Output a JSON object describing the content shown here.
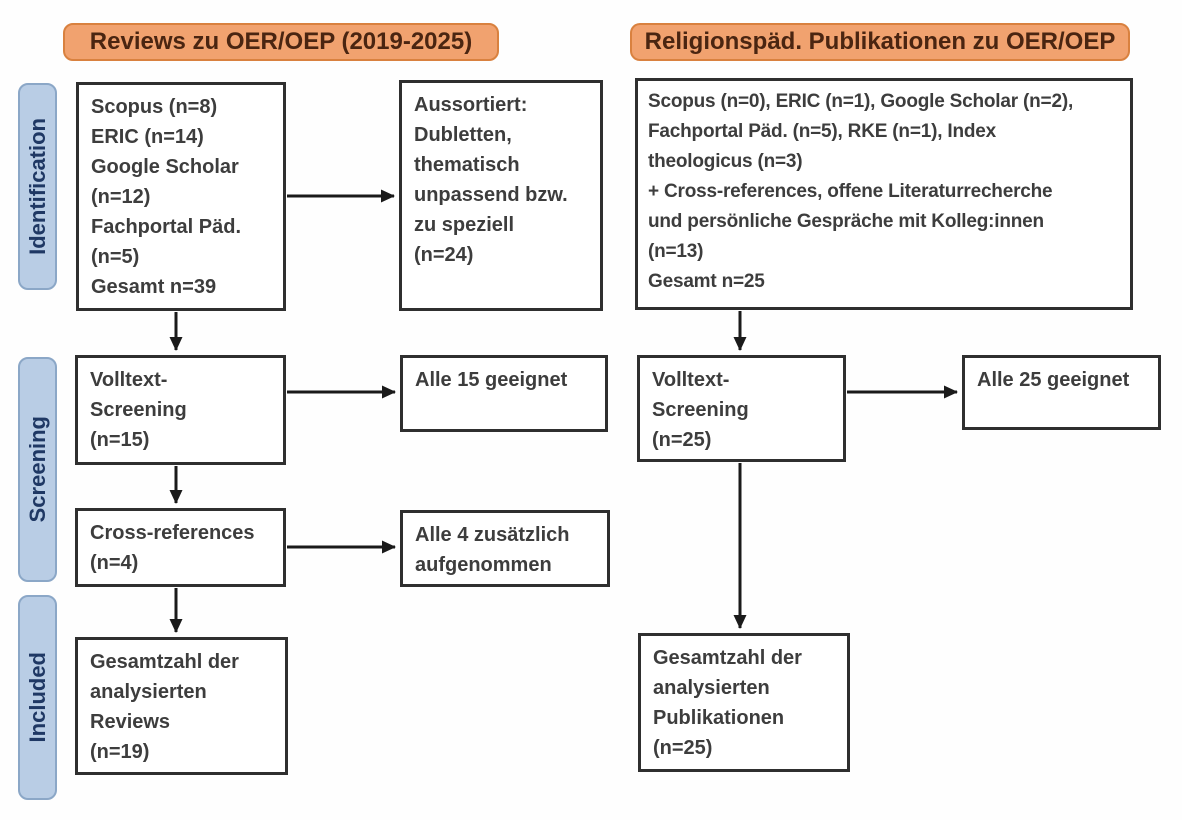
{
  "diagram": {
    "headers": {
      "left": "Reviews zu OER/OEP (2019-2025)",
      "right": "Religionspäd. Publikationen zu OER/OEP"
    },
    "stages": [
      {
        "label": "Identification"
      },
      {
        "label": "Screening"
      },
      {
        "label": "Included"
      }
    ],
    "left_column": {
      "sources": "Scopus (n=8)\nERIC (n=14)\nGoogle Scholar\n(n=12)\nFachportal Päd.\n(n=5)\nGesamt n=39",
      "excluded": "Aussortiert:\nDubletten,\nthematisch\nunpassend bzw.\nzu speziell\n(n=24)",
      "screening": "Volltext-\nScreening\n(n=15)",
      "screening_result": "Alle 15 geeignet",
      "crossref": "Cross-references\n(n=4)",
      "crossref_result": "Alle 4 zusätzlich\naufgenommen",
      "included": "Gesamtzahl der\nanalysierten\nReviews\n(n=19)"
    },
    "right_column": {
      "sources": "Scopus (n=0), ERIC (n=1), Google Scholar (n=2),\nFachportal Päd. (n=5), RKE (n=1), Index\ntheologicus (n=3)\n+ Cross-references, offene Literaturrecherche\nund persönliche Gespräche mit Kolleg:innen\n(n=13)\nGesamt n=25",
      "screening": "Volltext-\nScreening\n(n=25)",
      "screening_result": "Alle 25 geeignet",
      "included": "Gesamtzahl der\nanalysierten\nPublikationen\n(n=25)"
    }
  },
  "colors": {
    "header_fill": "#f1a26f",
    "header_border": "#d9813f",
    "header_text": "#4a2511",
    "stage_fill": "#b9cde5",
    "stage_border": "#8ba7c7",
    "stage_text": "#1f3864",
    "box_border": "#2f2f2f",
    "box_text": "#3d3d3d",
    "arrow": "#1a1a1a",
    "background": "#fefefe"
  }
}
